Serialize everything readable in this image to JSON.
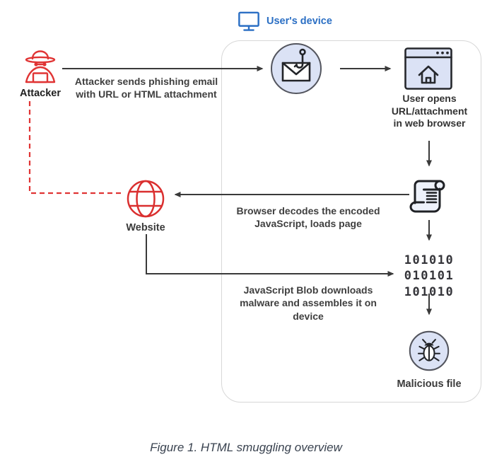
{
  "header": {
    "device_label": "User's device"
  },
  "nodes": {
    "attacker": {
      "label": "Attacker"
    },
    "website": {
      "label": "Website"
    },
    "browser": {
      "label": "User opens URL/attachment in web browser"
    },
    "malicious_file": {
      "label": "Malicious file"
    },
    "binary": {
      "lines": [
        "101010",
        "010101",
        "101010"
      ]
    }
  },
  "annotations": {
    "phishing_email": "Attacker sends phishing email with URL or HTML attachment",
    "browser_decodes": "Browser decodes the encoded JavaScript, loads page",
    "js_blob": "JavaScript Blob downloads malware and assembles it on device"
  },
  "caption": "Figure 1. HTML smuggling overview",
  "icons": [
    "monitor-icon",
    "spy-icon",
    "phishing-email-icon",
    "web-browser-icon",
    "script-scroll-icon",
    "globe-icon",
    "binary-code",
    "bug-icon"
  ],
  "colors": {
    "accent_blue": "#2b6fc4",
    "danger_red": "#e03434",
    "icon_fill": "#dbe2f5",
    "outline_dark": "#3a3a3a",
    "annotation_text": "#3f3f3f",
    "box_border": "#d7d7d7",
    "caption_text": "#3a4350"
  }
}
